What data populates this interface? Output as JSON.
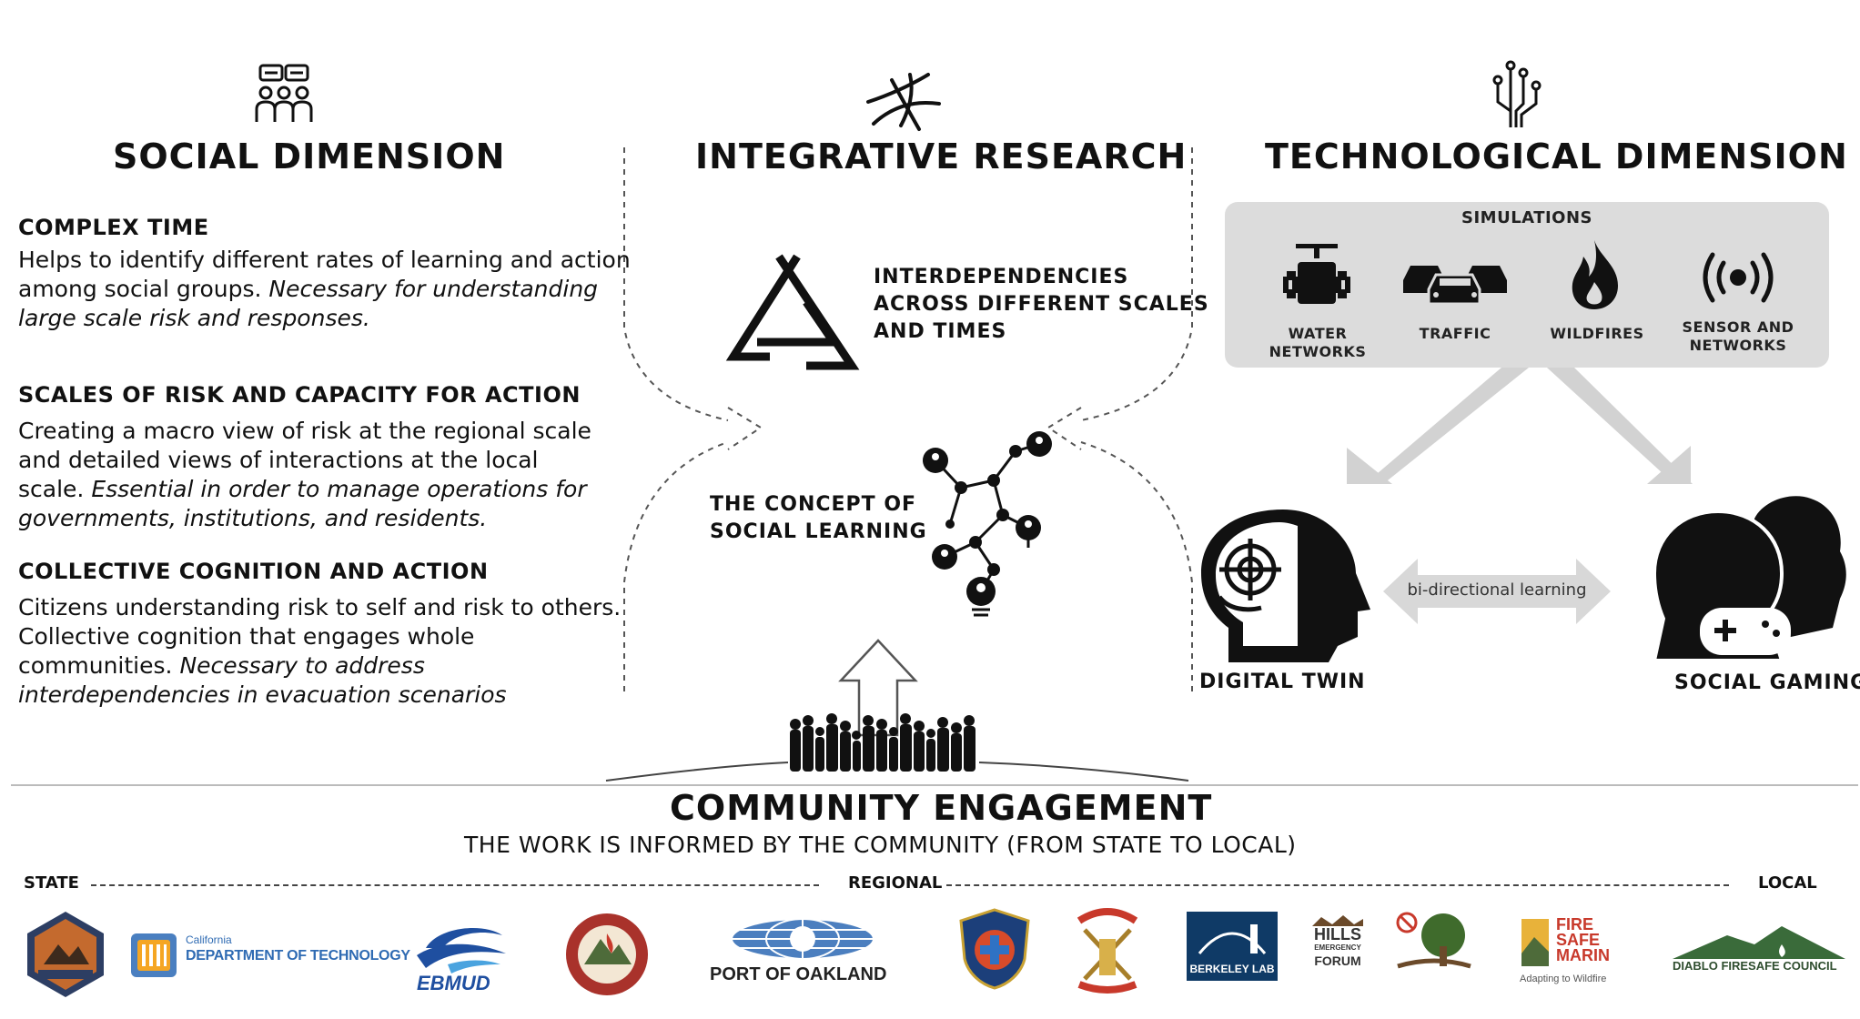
{
  "social": {
    "title": "SOCIAL DIMENSION",
    "sections": [
      {
        "title": "COMPLEX TIME",
        "body": "Helps to identify different rates of learning and action among social groups.",
        "italic": "Necessary for understanding large scale risk and responses."
      },
      {
        "title": "SCALES OF RISK AND CAPACITY FOR ACTION",
        "body": "Creating a macro view of risk at the regional scale and detailed views of interactions at the local scale.",
        "italic": "Essential in order to manage operations for governments, institutions, and residents."
      },
      {
        "title": "COLLECTIVE COGNITION AND ACTION",
        "body": "Citizens understanding risk to self and risk to others. Collective cognition that engages whole communities.",
        "italic": "Necessary to address interdependencies in evacuation scenarios"
      }
    ]
  },
  "integrative": {
    "title": "INTEGRATIVE RESEARCH",
    "interdependencies": [
      "INTERDEPENDENCIES",
      "ACROSS DIFFERENT SCALES",
      "AND TIMES"
    ],
    "social_learning": [
      "THE CONCEPT OF",
      "SOCIAL LEARNING"
    ]
  },
  "tech": {
    "title": "TECHNOLOGICAL DIMENSION",
    "simulations_label": "SIMULATIONS",
    "simulations": [
      {
        "label": "WATER NETWORKS",
        "icon": "valve-icon"
      },
      {
        "label": "TRAFFIC",
        "icon": "cars-icon"
      },
      {
        "label": "WILDFIRES",
        "icon": "flame-icon"
      },
      {
        "label": "SENSOR AND\nNETWORKS",
        "icon": "sensor-icon"
      }
    ],
    "digital_twin": "DIGITAL TWIN",
    "social_gaming": "SOCIAL GAMING",
    "bidirectional": "bi-directional learning"
  },
  "community": {
    "title": "COMMUNITY ENGAGEMENT",
    "subtitle": "THE WORK IS INFORMED BY THE COMMUNITY (FROM STATE TO LOCAL)",
    "scale": {
      "state": "STATE",
      "regional": "REGIONAL",
      "local": "LOCAL"
    }
  },
  "logos": {
    "dot_label": "DEPARTMENT OF TECHNOLOGY",
    "dot_small": "California",
    "ebmud": "EBMUD",
    "port": "PORT OF OAKLAND",
    "berkeley": "BERKELEY LAB",
    "hills": [
      "HILLS",
      "EMERGENCY",
      "FORUM"
    ],
    "firesafe": [
      "FIRE",
      "SAFE",
      "MARIN"
    ],
    "firesafe_tag": "Adapting to Wildfire",
    "diablo": "DIABLO FIRESAFE COUNCIL"
  },
  "colors": {
    "ink": "#111111",
    "grey_box": "#dcdcdc",
    "grey_arrow": "#d2d2d2",
    "fire_red": "#c8392b",
    "ebmud_blue": "#1f4fa0"
  }
}
